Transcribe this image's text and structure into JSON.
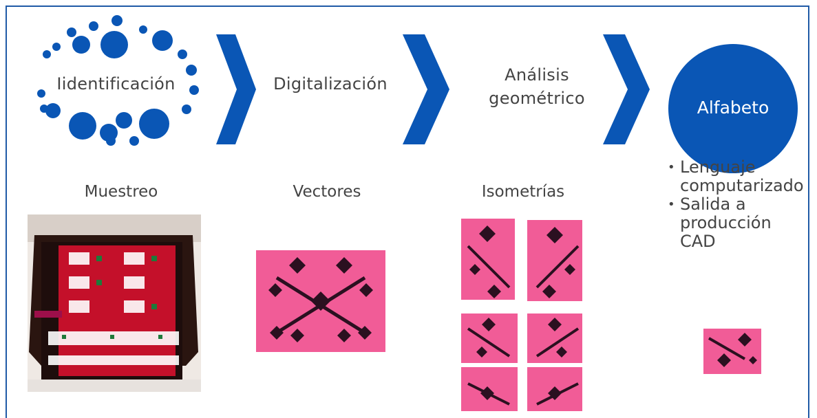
{
  "steps": [
    {
      "label": "Iidentificación"
    },
    {
      "label": "Digitalización"
    },
    {
      "label": "Análisis geométrico",
      "line1": "Análisis",
      "line2": "geométrico"
    },
    {
      "label": "Alfabeto"
    }
  ],
  "captions": [
    "Muestreo",
    "Vectores",
    "Isometrías"
  ],
  "bullets": [
    "Lenguaje computarizado",
    "Salida a producción CAD"
  ],
  "bullet_lines": [
    [
      "Lenguaje",
      "computarizado"
    ],
    [
      "Salida a",
      "producción",
      "CAD"
    ]
  ],
  "colors": {
    "accent": "#0a56b5",
    "pattern": "#f15c97",
    "pattern_ink": "#2b1020",
    "frame": "#1f5aa6"
  }
}
